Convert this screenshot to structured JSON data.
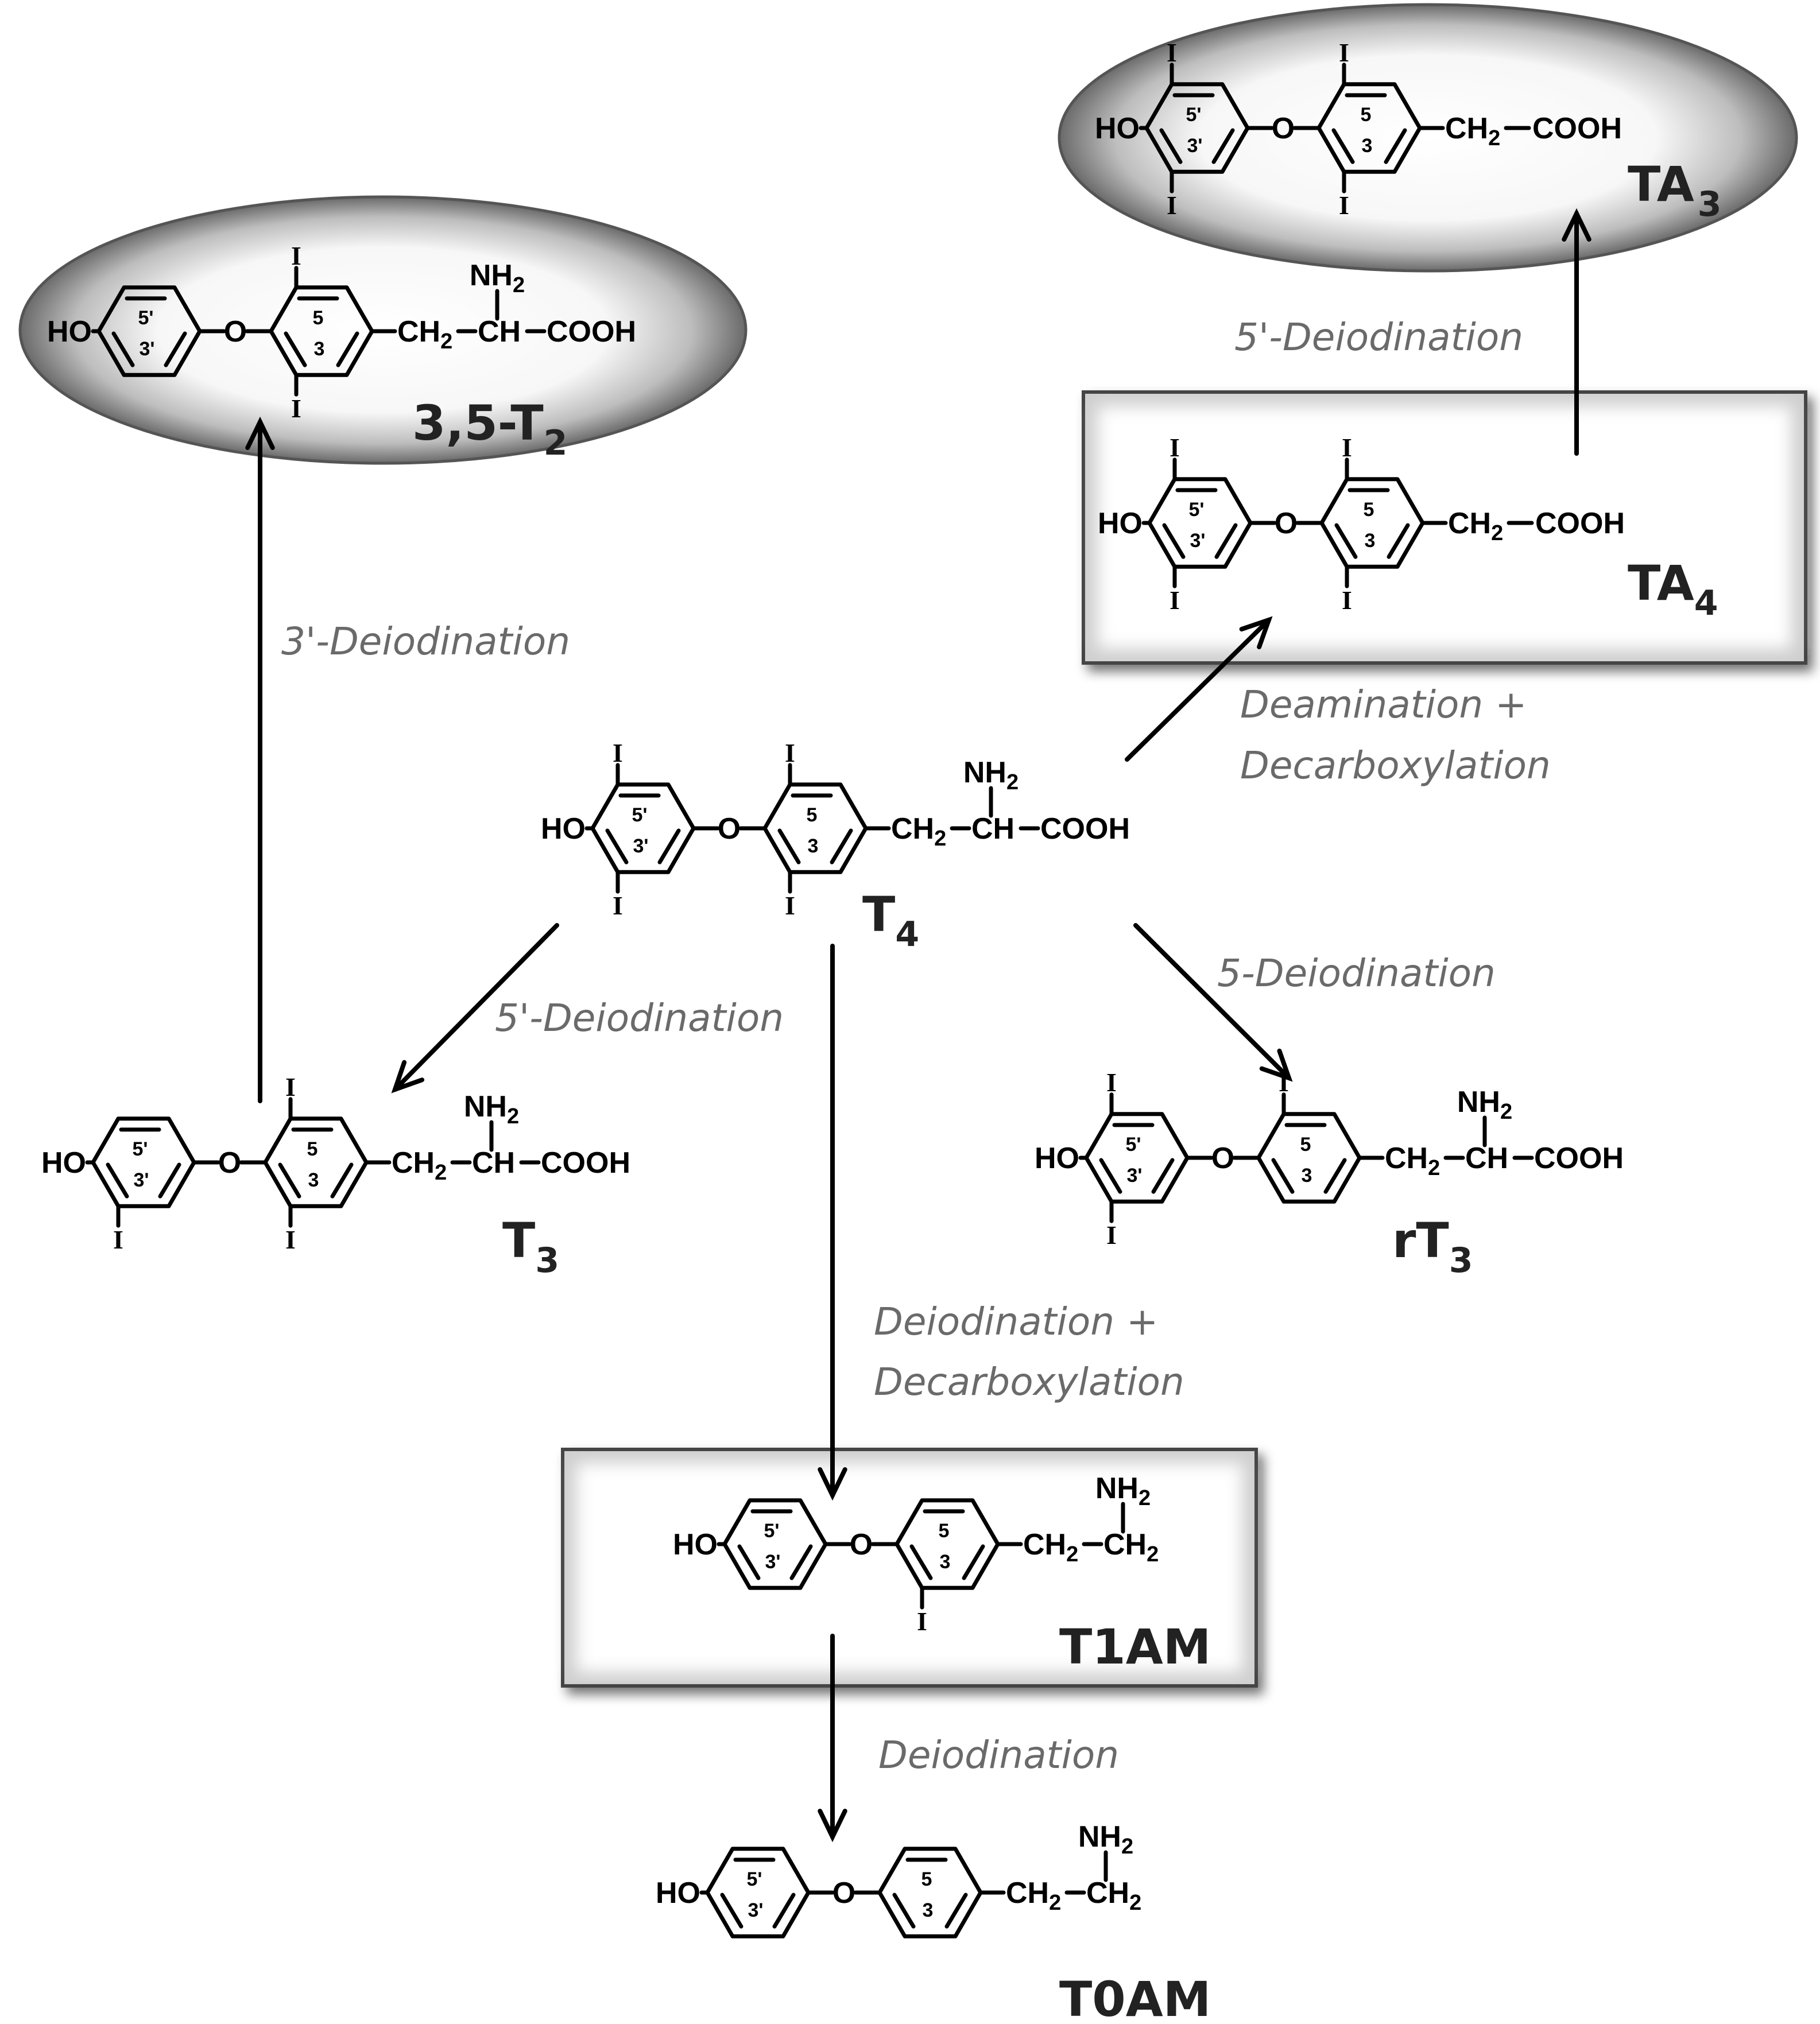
{
  "compounds": {
    "t4": {
      "name": "T",
      "sub": "4"
    },
    "t3": {
      "name": "T",
      "sub": "3"
    },
    "rt3": {
      "name": "rT",
      "sub": "3"
    },
    "t2": {
      "name": "3,5-T",
      "sub": "2"
    },
    "ta4": {
      "name": "TA",
      "sub": "4"
    },
    "ta3": {
      "name": "TA",
      "sub": "3"
    },
    "t1am": {
      "name": "T1AM"
    },
    "t0am": {
      "name": "T0AM"
    }
  },
  "reactions": {
    "t4_t3": "5'-Deiodination",
    "t4_rt3": "5-Deiodination",
    "t3_t2": "3'-Deiodination",
    "t4_ta4_line1": "Deamination +",
    "t4_ta4_line2": "Decarboxylation",
    "ta4_ta3": "5'-Deiodination",
    "t4_t1am_line1": "Deiodination +",
    "t4_t1am_line2": "Decarboxylation",
    "t1am_t0am": "Deiodination"
  },
  "atoms": {
    "ho": "HO",
    "o": "O",
    "iodine": "I",
    "ch2": "CH",
    "ch": "CH",
    "nh2": "NH",
    "cooh": "COOH",
    "h2sub": "2",
    "pos5p": "5'",
    "pos3p": "3'",
    "pos5": "5",
    "pos3": "3"
  }
}
